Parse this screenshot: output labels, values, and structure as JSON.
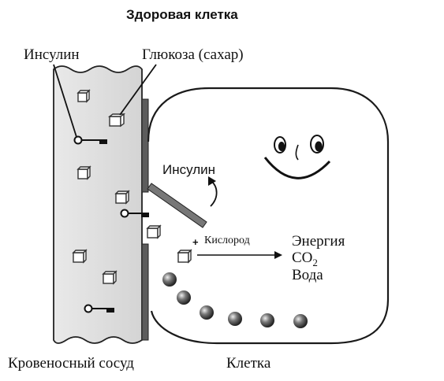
{
  "title": "Здоровая клетка",
  "labels": {
    "insulin_top": "Инсулин",
    "glucose": "Глюкоза (сахар)",
    "insulin_mid": "Инсулин",
    "plus": "+",
    "oxygen": "Кислород",
    "energy": "Энергия",
    "co2_main": "CO",
    "co2_sub": "2",
    "water": "Вода",
    "vessel": "Кровеносный сосуд",
    "cell": "Клетка"
  }
}
